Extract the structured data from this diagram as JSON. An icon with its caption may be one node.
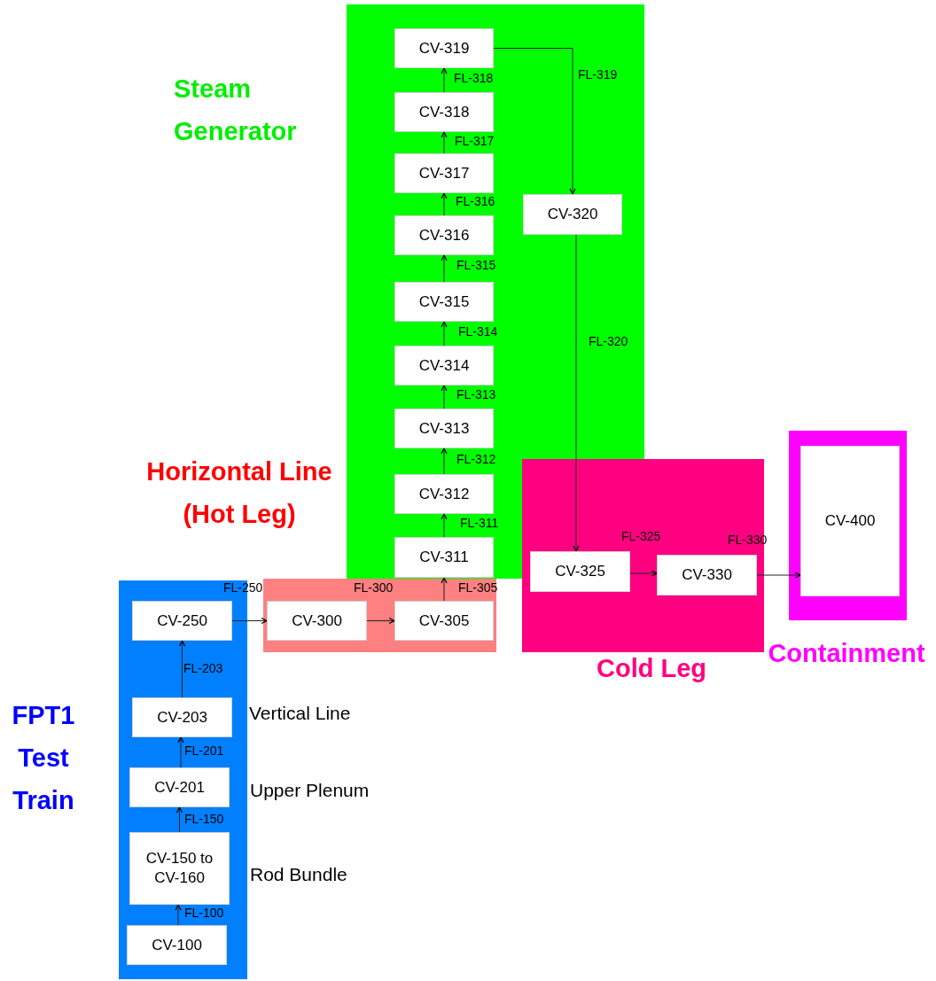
{
  "diagram": {
    "nodes": [
      {
        "text": [
          "Steam Generator"
        ]
      },
      {
        "text": [
          "CV-319"
        ],
        "in": 0
      },
      {
        "text": [
          "CV-318"
        ],
        "in": 0
      },
      {
        "text": [
          "CV-317"
        ],
        "in": 0
      },
      {
        "text": [
          "CV-316"
        ],
        "in": 0
      },
      {
        "text": [
          "CV-315"
        ],
        "in": 0
      },
      {
        "text": [
          "CV-314"
        ],
        "in": 0
      },
      {
        "text": [
          "CV-313"
        ],
        "in": 0
      },
      {
        "text": [
          "CV-312"
        ],
        "in": 0
      },
      {
        "text": [
          "CV-311"
        ],
        "in": 0
      },
      {
        "text": [
          "CV-320"
        ],
        "in": 0
      },
      {
        "text": [
          "Horizontal Line (Hot Leg)"
        ]
      },
      {
        "text": [
          "CV-300"
        ],
        "in": 11
      },
      {
        "text": [
          "CV-305"
        ],
        "in": 11
      },
      {
        "text": [
          "Cold Leg"
        ]
      },
      {
        "text": [
          "CV-325"
        ],
        "in": 14
      },
      {
        "text": [
          "CV-330"
        ],
        "in": 14
      },
      {
        "text": [
          "Containment"
        ]
      },
      {
        "text": [
          "CV-400"
        ],
        "in": 17
      },
      {
        "text": [
          "FPT1 Test Train"
        ]
      },
      {
        "text": [
          "CV-250"
        ],
        "in": 19
      },
      {
        "text": [
          "CV-203"
        ],
        "in": 19,
        "beside": [
          "Vertical Line"
        ]
      },
      {
        "text": [
          "CV-201"
        ],
        "in": 19,
        "beside": [
          "Upper Plenum"
        ]
      },
      {
        "text": [
          "CV-150 to CV-160"
        ],
        "in": 19,
        "beside": [
          "Rod Bundle"
        ]
      },
      {
        "text": [
          "CV-100"
        ],
        "in": 19
      }
    ],
    "edges": [
      {
        "from": 24,
        "to": 23,
        "arrow": "to",
        "label": "FL-100"
      },
      {
        "from": 23,
        "to": 22,
        "arrow": "to",
        "label": "FL-150"
      },
      {
        "from": 22,
        "to": 21,
        "arrow": "to",
        "label": "FL-201"
      },
      {
        "from": 21,
        "to": 20,
        "arrow": "to",
        "label": "FL-203"
      },
      {
        "from": 20,
        "to": 12,
        "arrow": "to",
        "label": "FL-250"
      },
      {
        "from": 12,
        "to": 13,
        "arrow": "to",
        "label": "FL-300"
      },
      {
        "from": 13,
        "to": 9,
        "arrow": "to",
        "label": "FL-305"
      },
      {
        "from": 9,
        "to": 8,
        "arrow": "to",
        "label": "FL-311"
      },
      {
        "from": 8,
        "to": 7,
        "arrow": "to",
        "label": "FL-312"
      },
      {
        "from": 7,
        "to": 6,
        "arrow": "to",
        "label": "FL-313"
      },
      {
        "from": 6,
        "to": 5,
        "arrow": "to",
        "label": "FL-314"
      },
      {
        "from": 5,
        "to": 4,
        "arrow": "to",
        "label": "FL-315"
      },
      {
        "from": 4,
        "to": 3,
        "arrow": "to",
        "label": "FL-316"
      },
      {
        "from": 3,
        "to": 2,
        "arrow": "to",
        "label": "FL-317"
      },
      {
        "from": 2,
        "to": 1,
        "arrow": "to",
        "label": "FL-318"
      },
      {
        "from": 1,
        "to": 10,
        "arrow": "to",
        "label": "FL-319"
      },
      {
        "from": 10,
        "to": 15,
        "arrow": "to",
        "label": "FL-320"
      },
      {
        "from": 15,
        "to": 16,
        "arrow": "to",
        "label": "FL-325"
      },
      {
        "from": 16,
        "to": 18,
        "arrow": "to",
        "label": "FL-330"
      }
    ]
  }
}
